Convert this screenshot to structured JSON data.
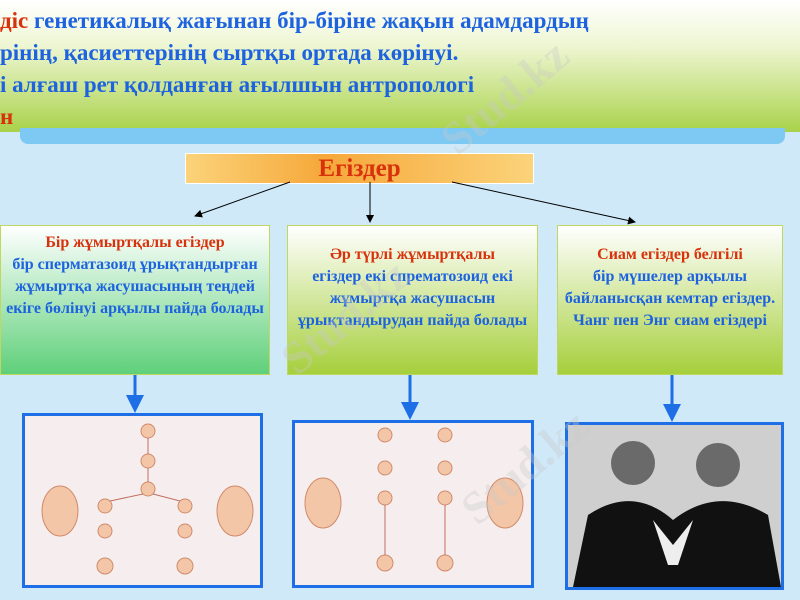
{
  "header": {
    "lines": [
      {
        "highlight": "діс",
        "text": " генетикалық жағынан бір-біріне жақын адамдардың"
      },
      {
        "text": "рінің, қасиеттерінің сыртқы ортада көрінуі."
      },
      {
        "text": "і алғаш рет қолданған ағылшын антропологі"
      },
      {
        "highlight": "н"
      }
    ]
  },
  "diagram": {
    "title": "Егіздер",
    "boxes": [
      {
        "heading": "Бір жұмыртқалы егіздер",
        "body": "бір сперматазоид ұрықтандырған жұмыртқа жасушасының теңдей екіге бөлінуі арқылы пайда болады"
      },
      {
        "heading": "Әр түрлі жұмыртқалы",
        "body": "егіздер екі спрематозоид екі жұмыртқа жасушасын ұрықтандырудан пайда болады"
      },
      {
        "heading": "Сиам егіздер белгілі",
        "body": "бір мүшелер арқылы байланысқан кемтар егіздер. Чанг пен Энг сиам егіздері"
      }
    ]
  },
  "watermark": "Stud.kz",
  "colors": {
    "heading": "#d8320c",
    "text": "#1d63e0",
    "arrow": "#1e6fe6"
  }
}
